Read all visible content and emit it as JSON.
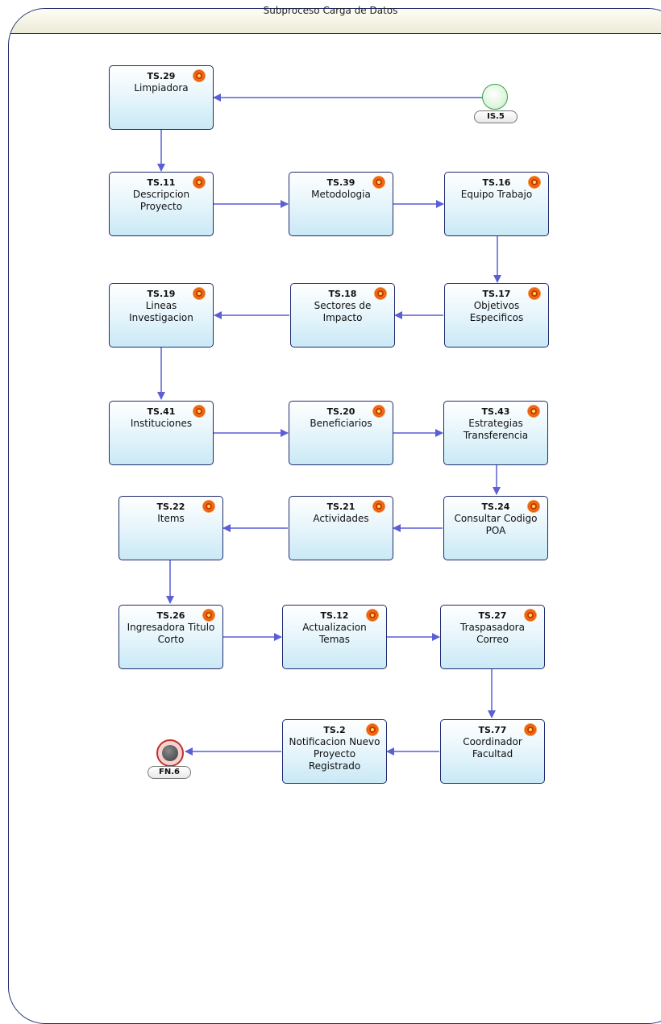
{
  "pool": {
    "title": "Subproceso Carga de Datos"
  },
  "events": {
    "start": {
      "label": "IS.5"
    },
    "end": {
      "label": "FN.6"
    }
  },
  "tasks": {
    "ts29": {
      "code": "TS.29",
      "name": "Limpiadora"
    },
    "ts11": {
      "code": "TS.11",
      "name": "Descripcion Proyecto"
    },
    "ts39": {
      "code": "TS.39",
      "name": "Metodologia"
    },
    "ts16": {
      "code": "TS.16",
      "name": "Equipo Trabajo"
    },
    "ts17": {
      "code": "TS.17",
      "name": "Objetivos Especificos"
    },
    "ts18": {
      "code": "TS.18",
      "name": "Sectores de Impacto"
    },
    "ts19": {
      "code": "TS.19",
      "name": "Lineas Investigacion"
    },
    "ts41": {
      "code": "TS.41",
      "name": "Instituciones"
    },
    "ts20": {
      "code": "TS.20",
      "name": "Beneficiarios"
    },
    "ts43": {
      "code": "TS.43",
      "name": "Estrategias Transferencia"
    },
    "ts24": {
      "code": "TS.24",
      "name": "Consultar Codigo POA"
    },
    "ts21": {
      "code": "TS.21",
      "name": "Actividades"
    },
    "ts22": {
      "code": "TS.22",
      "name": "Items"
    },
    "ts26": {
      "code": "TS.26",
      "name": "Ingresadora Titulo Corto"
    },
    "ts12": {
      "code": "TS.12",
      "name": "Actualizacion Temas"
    },
    "ts27": {
      "code": "TS.27",
      "name": "Traspasadora Correo"
    },
    "ts77": {
      "code": "TS.77",
      "name": "Coordinador Facultad"
    },
    "ts2": {
      "code": "TS.2",
      "name": "Notificacion Nuevo Proyecto Registrado"
    }
  },
  "colors": {
    "connector": "#5a5fd6",
    "border": "#1e2a6e",
    "start": "#38a24a",
    "end": "#c0302a"
  }
}
